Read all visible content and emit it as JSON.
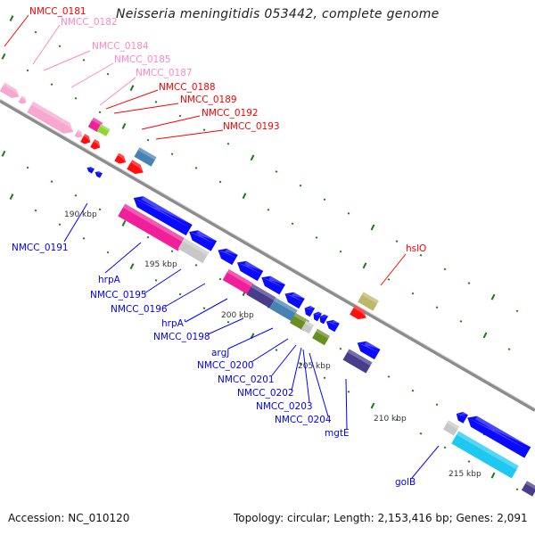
{
  "title": "Neisseria meningitidis 053442, complete genome",
  "footer": {
    "accession": "Accession: NC_010120",
    "summary": "Topology: circular; Length: 2,153,416 bp; Genes: 2,091"
  },
  "colors": {
    "backbone": "#8c8c8c",
    "tick": "#1a7a1a",
    "label_red": "#ff0000",
    "label_pink": "#ff88c0",
    "label_blue": "#0000ff"
  },
  "kbp_labels": [
    "190 kbp",
    "195 kbp",
    "200 kbp",
    "205 kbp",
    "210 kbp",
    "215 kbp"
  ],
  "labels": [
    {
      "text": "NMCC_0181",
      "color": "#ff0000"
    },
    {
      "text": "NMCC_0182",
      "color": "#ff88c0"
    },
    {
      "text": "NMCC_0184",
      "color": "#ff88c0"
    },
    {
      "text": "NMCC_0185",
      "color": "#ff88c0"
    },
    {
      "text": "NMCC_0187",
      "color": "#ff88c0"
    },
    {
      "text": "NMCC_0188",
      "color": "#ff0000"
    },
    {
      "text": "NMCC_0189",
      "color": "#ff0000"
    },
    {
      "text": "NMCC_0192",
      "color": "#ff0000"
    },
    {
      "text": "NMCC_0193",
      "color": "#ff0000"
    },
    {
      "text": "NMCC_0191",
      "color": "#0000ff"
    },
    {
      "text": "hrpA",
      "color": "#0000ff"
    },
    {
      "text": "NMCC_0195",
      "color": "#0000ff"
    },
    {
      "text": "NMCC_0196",
      "color": "#0000ff"
    },
    {
      "text": "hrpA'",
      "color": "#0000ff"
    },
    {
      "text": "NMCC_0198",
      "color": "#0000ff"
    },
    {
      "text": "argJ",
      "color": "#0000ff"
    },
    {
      "text": "NMCC_0200",
      "color": "#0000ff"
    },
    {
      "text": "NMCC_0201",
      "color": "#0000ff"
    },
    {
      "text": "NMCC_0202",
      "color": "#0000ff"
    },
    {
      "text": "NMCC_0203",
      "color": "#0000ff"
    },
    {
      "text": "NMCC_0204",
      "color": "#0000ff"
    },
    {
      "text": "mgtE",
      "color": "#0000ff"
    },
    {
      "text": "golB",
      "color": "#0000ff"
    },
    {
      "text": "hslO",
      "color": "#ff0000"
    }
  ],
  "gene_colors": {
    "pink": "#f7a8cf",
    "magenta": "#f0209a",
    "lime": "#8fd630",
    "green": "#2e8b2e",
    "red": "#ff1010",
    "steelblue": "#4682b4",
    "blue": "#0a0aff",
    "grey": "#c8c8c8",
    "slate": "#483d8b",
    "olive": "#6b8e23",
    "khaki": "#bdb76b",
    "cyan": "#1ec8f0"
  }
}
